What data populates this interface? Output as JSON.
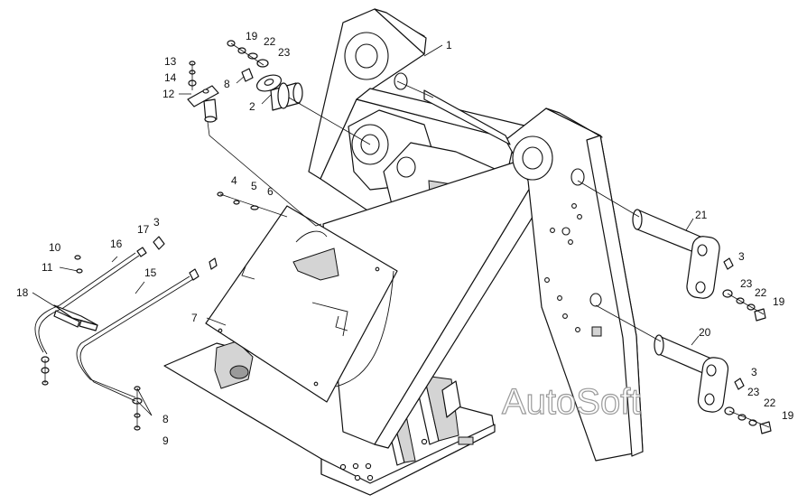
{
  "diagram": {
    "watermark": "AutoSoft",
    "callouts": [
      {
        "id": "c1",
        "label": "1"
      },
      {
        "id": "c2",
        "label": "2"
      },
      {
        "id": "c8a",
        "label": "8"
      },
      {
        "id": "c19a",
        "label": "19"
      },
      {
        "id": "c22a",
        "label": "22"
      },
      {
        "id": "c23a",
        "label": "23"
      },
      {
        "id": "c13",
        "label": "13"
      },
      {
        "id": "c14",
        "label": "14"
      },
      {
        "id": "c12",
        "label": "12"
      },
      {
        "id": "c4",
        "label": "4"
      },
      {
        "id": "c5",
        "label": "5"
      },
      {
        "id": "c6",
        "label": "6"
      },
      {
        "id": "c7",
        "label": "7"
      },
      {
        "id": "c10",
        "label": "10"
      },
      {
        "id": "c16",
        "label": "16"
      },
      {
        "id": "c17",
        "label": "17"
      },
      {
        "id": "c3a",
        "label": "3"
      },
      {
        "id": "c11",
        "label": "11"
      },
      {
        "id": "c15",
        "label": "15"
      },
      {
        "id": "c18",
        "label": "18"
      },
      {
        "id": "c8b",
        "label": "8"
      },
      {
        "id": "c9",
        "label": "9"
      },
      {
        "id": "c21",
        "label": "21"
      },
      {
        "id": "c3b",
        "label": "3"
      },
      {
        "id": "c23b",
        "label": "23"
      },
      {
        "id": "c22b",
        "label": "22"
      },
      {
        "id": "c19b",
        "label": "19"
      },
      {
        "id": "c20",
        "label": "20"
      },
      {
        "id": "c3c",
        "label": "3"
      },
      {
        "id": "c23c",
        "label": "23"
      },
      {
        "id": "c22c",
        "label": "22"
      },
      {
        "id": "c19c",
        "label": "19"
      }
    ]
  }
}
